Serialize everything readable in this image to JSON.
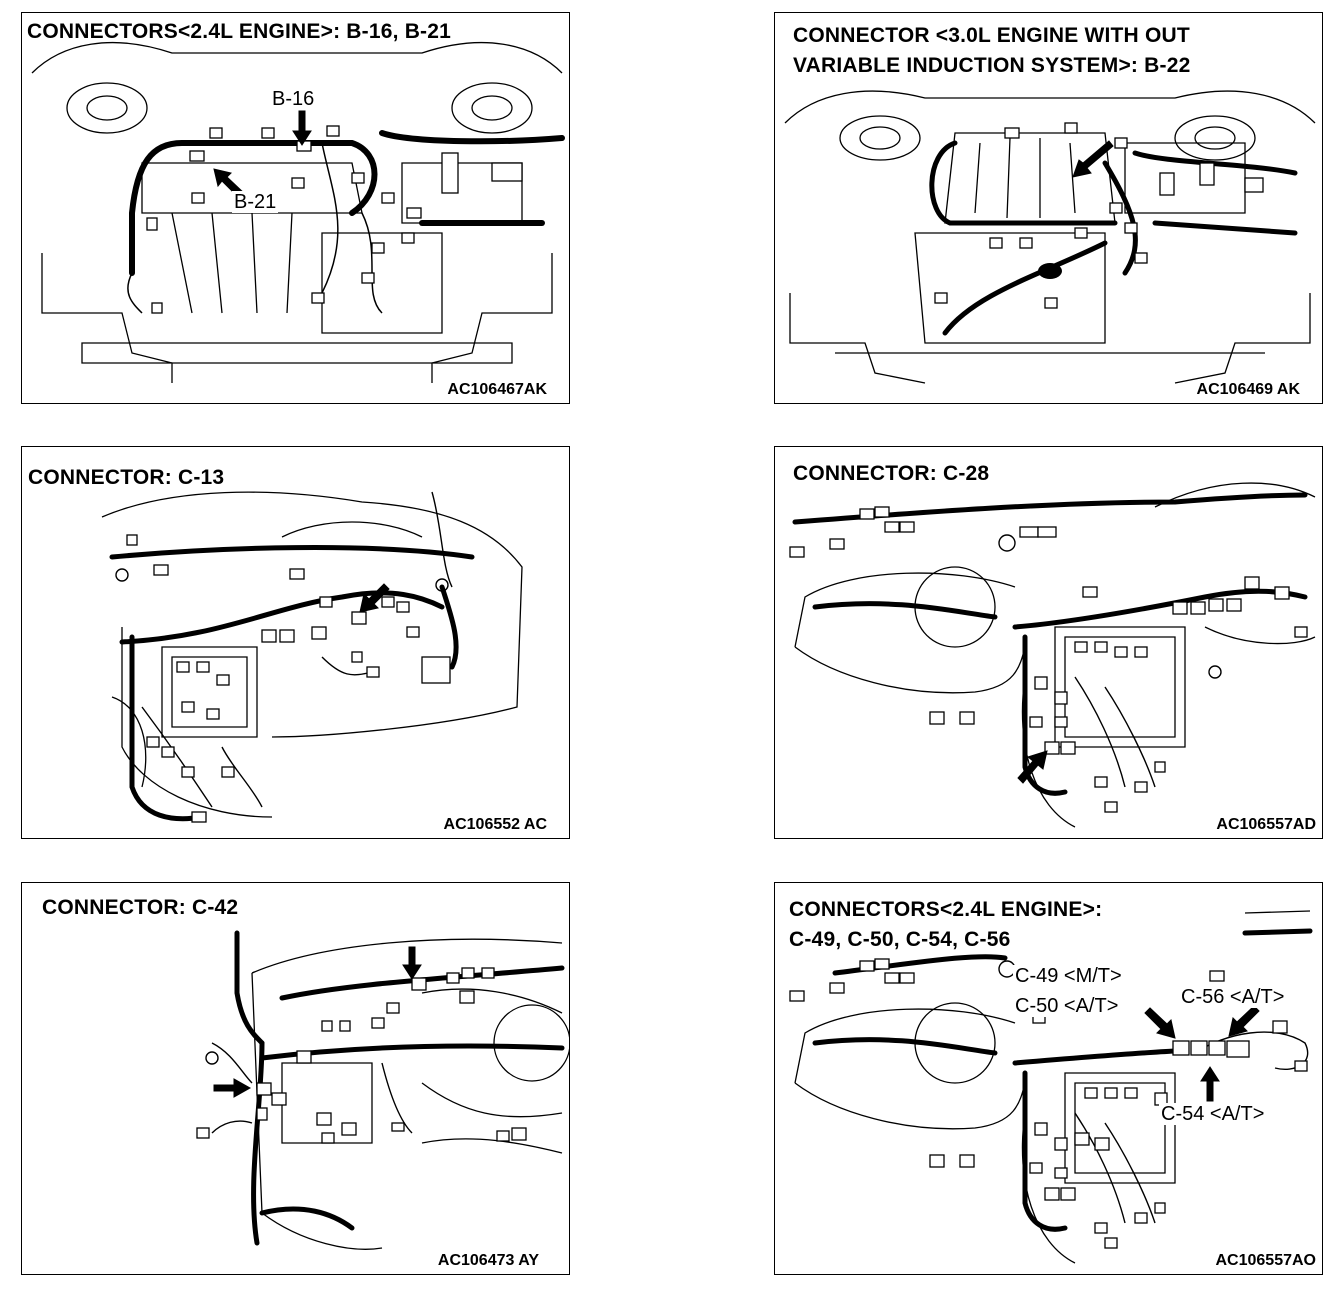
{
  "panels": [
    {
      "title_lines": [
        "CONNECTORS<2.4L ENGINE>: B-16, B-21"
      ],
      "code": "AC106467AK",
      "callouts": [
        "B-16",
        "B-21"
      ]
    },
    {
      "title_lines": [
        "CONNECTOR <3.0L ENGINE WITH OUT",
        "VARIABLE INDUCTION SYSTEM>: B-22"
      ],
      "code": "AC106469 AK",
      "callouts": []
    },
    {
      "title_lines": [
        "CONNECTOR: C-13"
      ],
      "code": "AC106552 AC",
      "callouts": []
    },
    {
      "title_lines": [
        "CONNECTOR: C-28"
      ],
      "code": "AC106557AD",
      "callouts": []
    },
    {
      "title_lines": [
        "CONNECTOR: C-42"
      ],
      "code": "AC106473 AY",
      "callouts": []
    },
    {
      "title_lines": [
        "CONNECTORS<2.4L ENGINE>:",
        "C-49, C-50, C-54, C-56"
      ],
      "code": "AC106557AO",
      "callouts": [
        "C-49 <M/T>",
        "C-50 <A/T>",
        "C-56 <A/T>",
        "C-54 <A/T>"
      ]
    }
  ]
}
